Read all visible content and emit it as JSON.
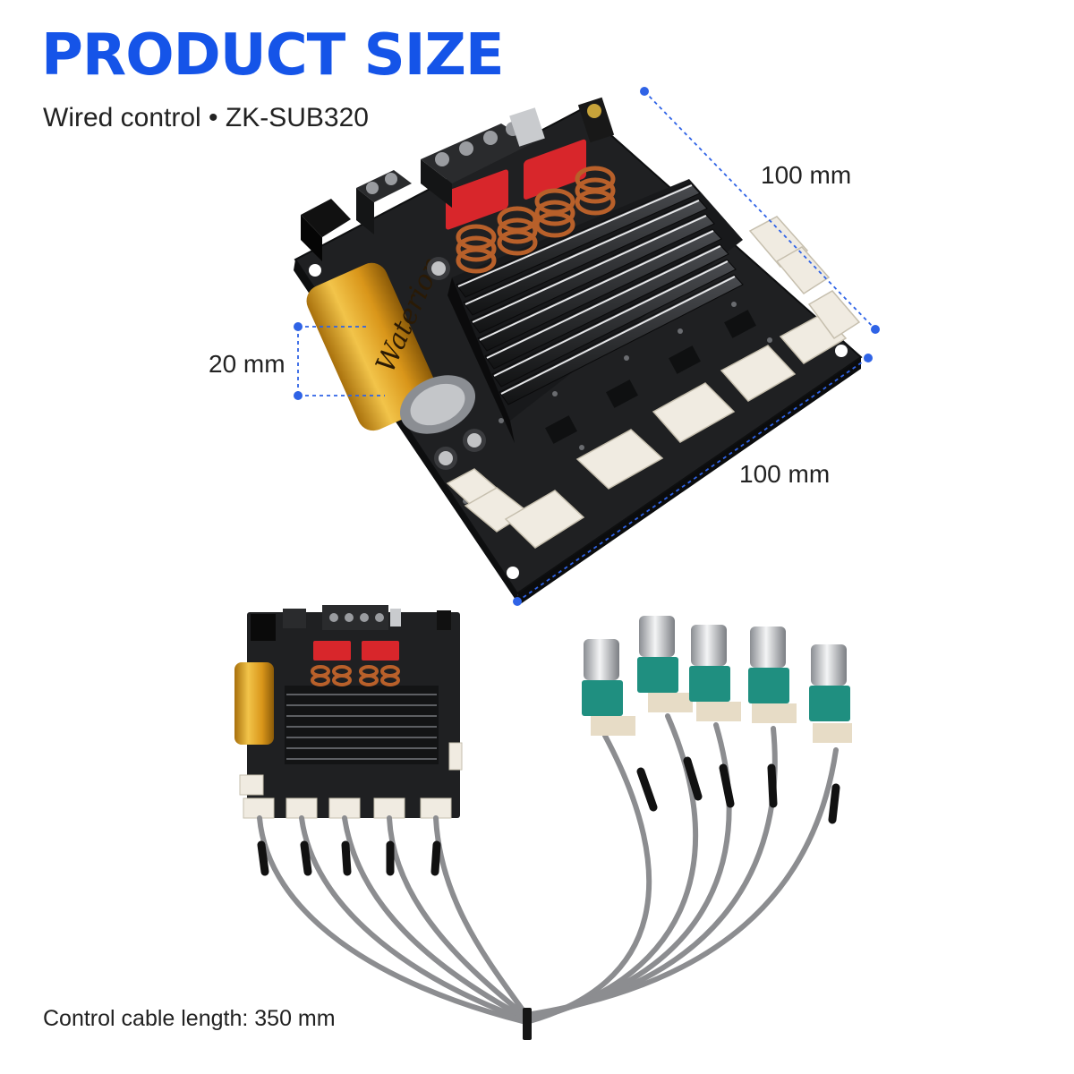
{
  "header": {
    "title": "PRODUCT SIZE",
    "subtitle": "Wired control • ZK-SUB320"
  },
  "dimensions": {
    "depth": "100 mm",
    "width": "100 mm",
    "height": "20 mm"
  },
  "capacitor_logo": "Waterion",
  "footer": {
    "cable_length": "Control cable length: 350 mm"
  },
  "colors": {
    "title": "#1554e8",
    "dimension_line": "#2f63e6",
    "pcb": "#1f2022",
    "capacitor": "#e0a21d",
    "knob_body": "#1f8f80",
    "cable": "#8c8d90"
  }
}
